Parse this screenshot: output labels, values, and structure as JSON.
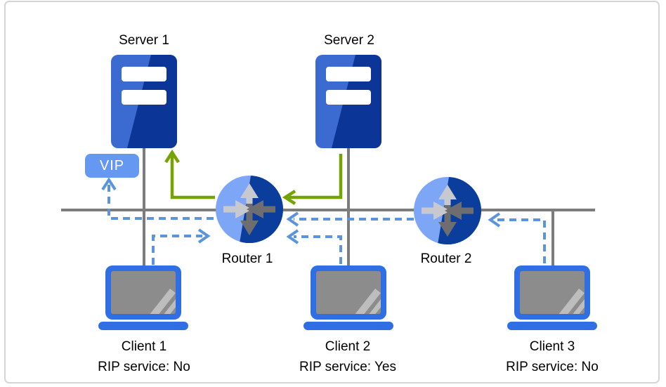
{
  "diagram": {
    "title_hint": "VIP routing topology with RIP service",
    "vip_box": {
      "label": "VIP"
    },
    "servers": [
      {
        "id": "server-1",
        "label": "Server 1"
      },
      {
        "id": "server-2",
        "label": "Server 2"
      }
    ],
    "routers": [
      {
        "id": "router-1",
        "label": "Router 1"
      },
      {
        "id": "router-2",
        "label": "Router 2"
      }
    ],
    "clients": [
      {
        "id": "client-1",
        "label": "Client 1",
        "rip_status": "RIP service: No"
      },
      {
        "id": "client-2",
        "label": "Client 2",
        "rip_status": "RIP service: Yes"
      },
      {
        "id": "client-3",
        "label": "Client 3",
        "rip_status": "RIP service: No"
      }
    ],
    "edges": [
      {
        "id": "link-backbone",
        "kind": "network-segment",
        "style": "solid-gray"
      },
      {
        "id": "link-server1-client1",
        "kind": "network-link",
        "style": "solid-gray"
      },
      {
        "id": "link-server2-client2",
        "kind": "network-link",
        "style": "solid-gray"
      },
      {
        "id": "link-client3",
        "kind": "network-link",
        "style": "solid-gray"
      },
      {
        "id": "flow-server2-to-router1",
        "kind": "redirect-path",
        "style": "solid-green"
      },
      {
        "id": "flow-router1-to-server1",
        "kind": "redirect-path",
        "style": "solid-green"
      },
      {
        "id": "flow-client1-to-router1",
        "kind": "client-traffic",
        "style": "dashed-blue"
      },
      {
        "id": "flow-client2-to-router1",
        "kind": "client-traffic",
        "style": "dashed-blue"
      },
      {
        "id": "flow-client3-to-router2",
        "kind": "client-traffic",
        "style": "dashed-blue"
      },
      {
        "id": "flow-router2-to-router1",
        "kind": "client-traffic",
        "style": "dashed-blue"
      },
      {
        "id": "flow-router1-to-vip",
        "kind": "client-traffic",
        "style": "dashed-blue"
      }
    ],
    "colors": {
      "server_blue_light": "#3B6AD1",
      "server_blue_dark": "#0B3596",
      "router_blue_light": "#7EA6F6",
      "router_blue_dark": "#0B3D9C",
      "vip_box_blue": "#6598F0",
      "laptop_blue": "#2F6FE3",
      "laptop_screen_gray": "#8C8C8C",
      "line_gray": "#7C7C7C",
      "flow_dashed_blue": "#5B94DC",
      "flow_green": "#74A302",
      "arrow_gray_light": "#C8C9CE",
      "arrow_gray_dark": "#6E6E70"
    }
  }
}
